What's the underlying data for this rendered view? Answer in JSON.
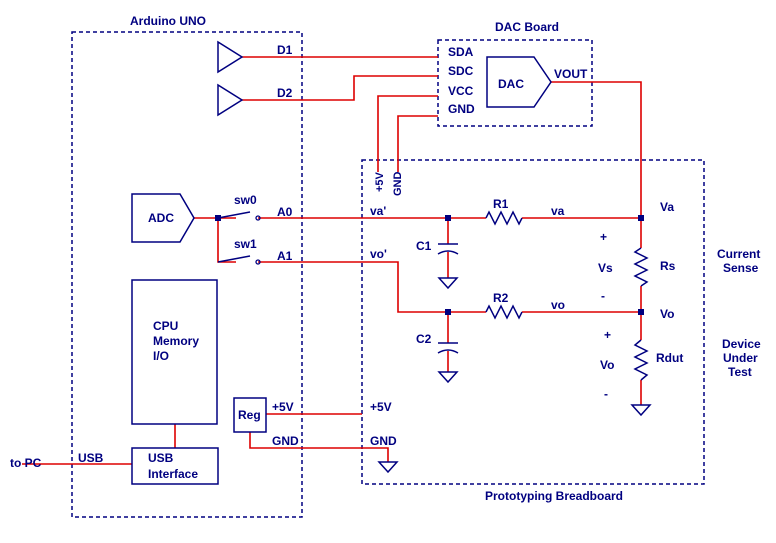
{
  "boxes": {
    "arduino": "Arduino UNO",
    "dac_board": "DAC Board",
    "breadboard": "Prototyping Breadboard"
  },
  "blocks": {
    "dac": "DAC",
    "adc": "ADC",
    "reg": "Reg",
    "cpu_line1": "CPU",
    "cpu_line2": "Memory",
    "cpu_line3": "I/O",
    "usb_line1": "USB",
    "usb_line2": "Interface"
  },
  "pins": {
    "sda": "SDA",
    "sdc": "SDC",
    "vcc": "VCC",
    "gnd": "GND",
    "vout": "VOUT"
  },
  "nets": {
    "d1": "D1",
    "d2": "D2",
    "a0": "A0",
    "a1": "A1",
    "sw0": "sw0",
    "sw1": "sw1",
    "plus5v_reg": "+5V",
    "gnd_reg": "GND",
    "plus5v_bb": "+5V",
    "gnd_bb": "GND",
    "bb_plus5v_vert": "+5V",
    "bb_gnd_vert": "GND",
    "va_prime": "va'",
    "vo_prime": "vo'",
    "va": "va",
    "vo": "vo",
    "Va": "Va",
    "Vo_node": "Vo",
    "usb": "USB",
    "to_pc": "to PC"
  },
  "components": {
    "r1": "R1",
    "r2": "R2",
    "c1": "C1",
    "c2": "C2",
    "rs": "Rs",
    "rdut": "Rdut",
    "vs": "Vs",
    "vo_meas": "Vo",
    "plus": "+",
    "minus": "-"
  },
  "side_labels": {
    "current_sense_1": "Current",
    "current_sense_2": "Sense",
    "dut_1": "Device",
    "dut_2": "Under",
    "dut_3": "Test"
  }
}
